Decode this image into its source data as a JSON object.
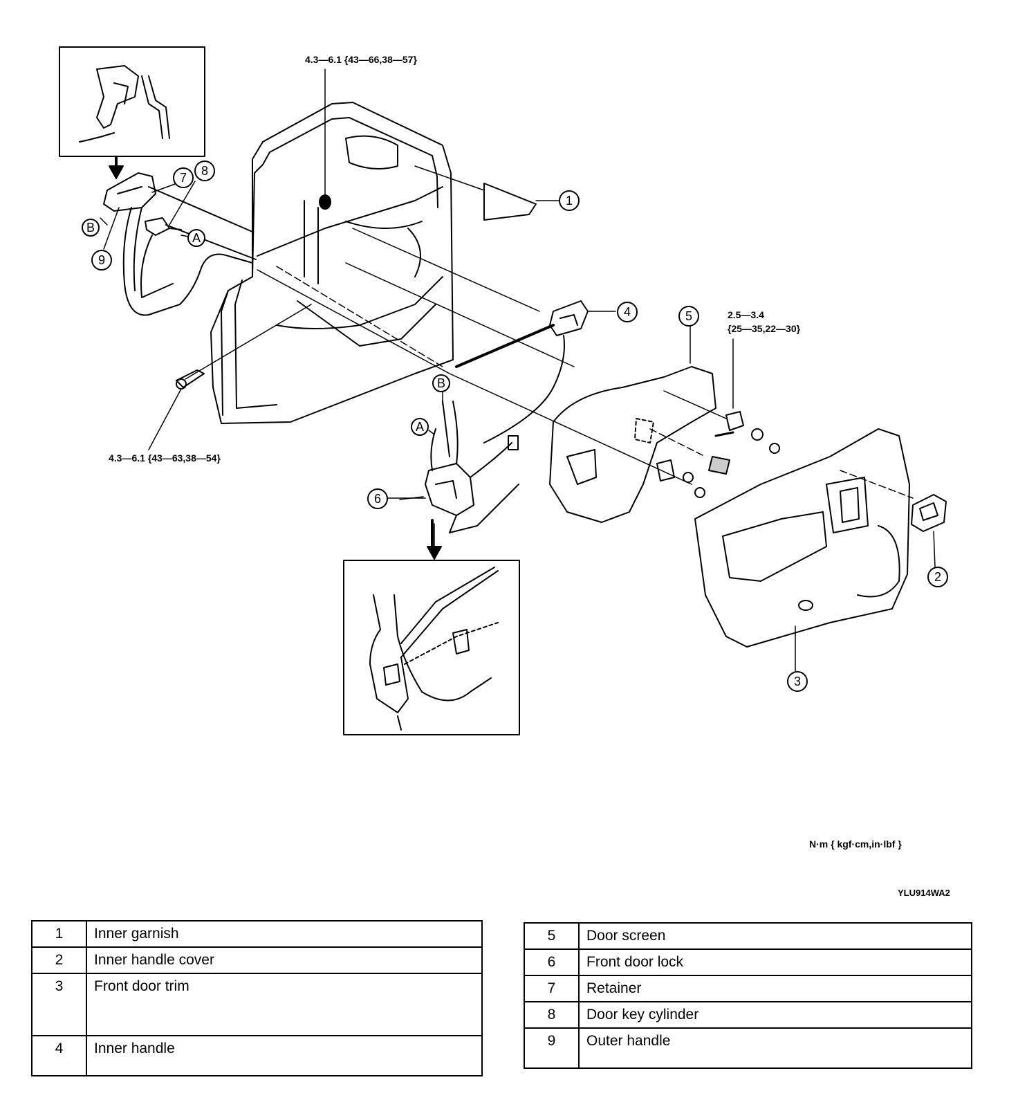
{
  "torque_labels": {
    "top": "4.3—6.1 {43—66,38—57}",
    "left_bottom": "4.3—6.1 {43—63,38—54}",
    "right_line1": "2.5—3.4",
    "right_line2": "{25—35,22—30}"
  },
  "callouts": {
    "c1": "1",
    "c2": "2",
    "c3": "3",
    "c4": "4",
    "c5": "5",
    "c6": "6",
    "c7": "7",
    "c8": "8",
    "c9": "9",
    "a1": "A",
    "a2": "A",
    "b1": "B",
    "b2": "B"
  },
  "unit_note": "N·m { kgf·cm,in·lbf }",
  "figure_code": "YLU914WA2",
  "parts_left": [
    {
      "num": "1",
      "name": "Inner garnish"
    },
    {
      "num": "2",
      "name": "Inner handle cover"
    },
    {
      "num": "3",
      "name": "Front door trim"
    },
    {
      "num": "4",
      "name": "Inner handle"
    }
  ],
  "parts_right": [
    {
      "num": "5",
      "name": "Door screen"
    },
    {
      "num": "6",
      "name": "Front door lock"
    },
    {
      "num": "7",
      "name": "Retainer"
    },
    {
      "num": "8",
      "name": "Door key cylinder"
    },
    {
      "num": "9",
      "name": "Outer handle"
    }
  ]
}
